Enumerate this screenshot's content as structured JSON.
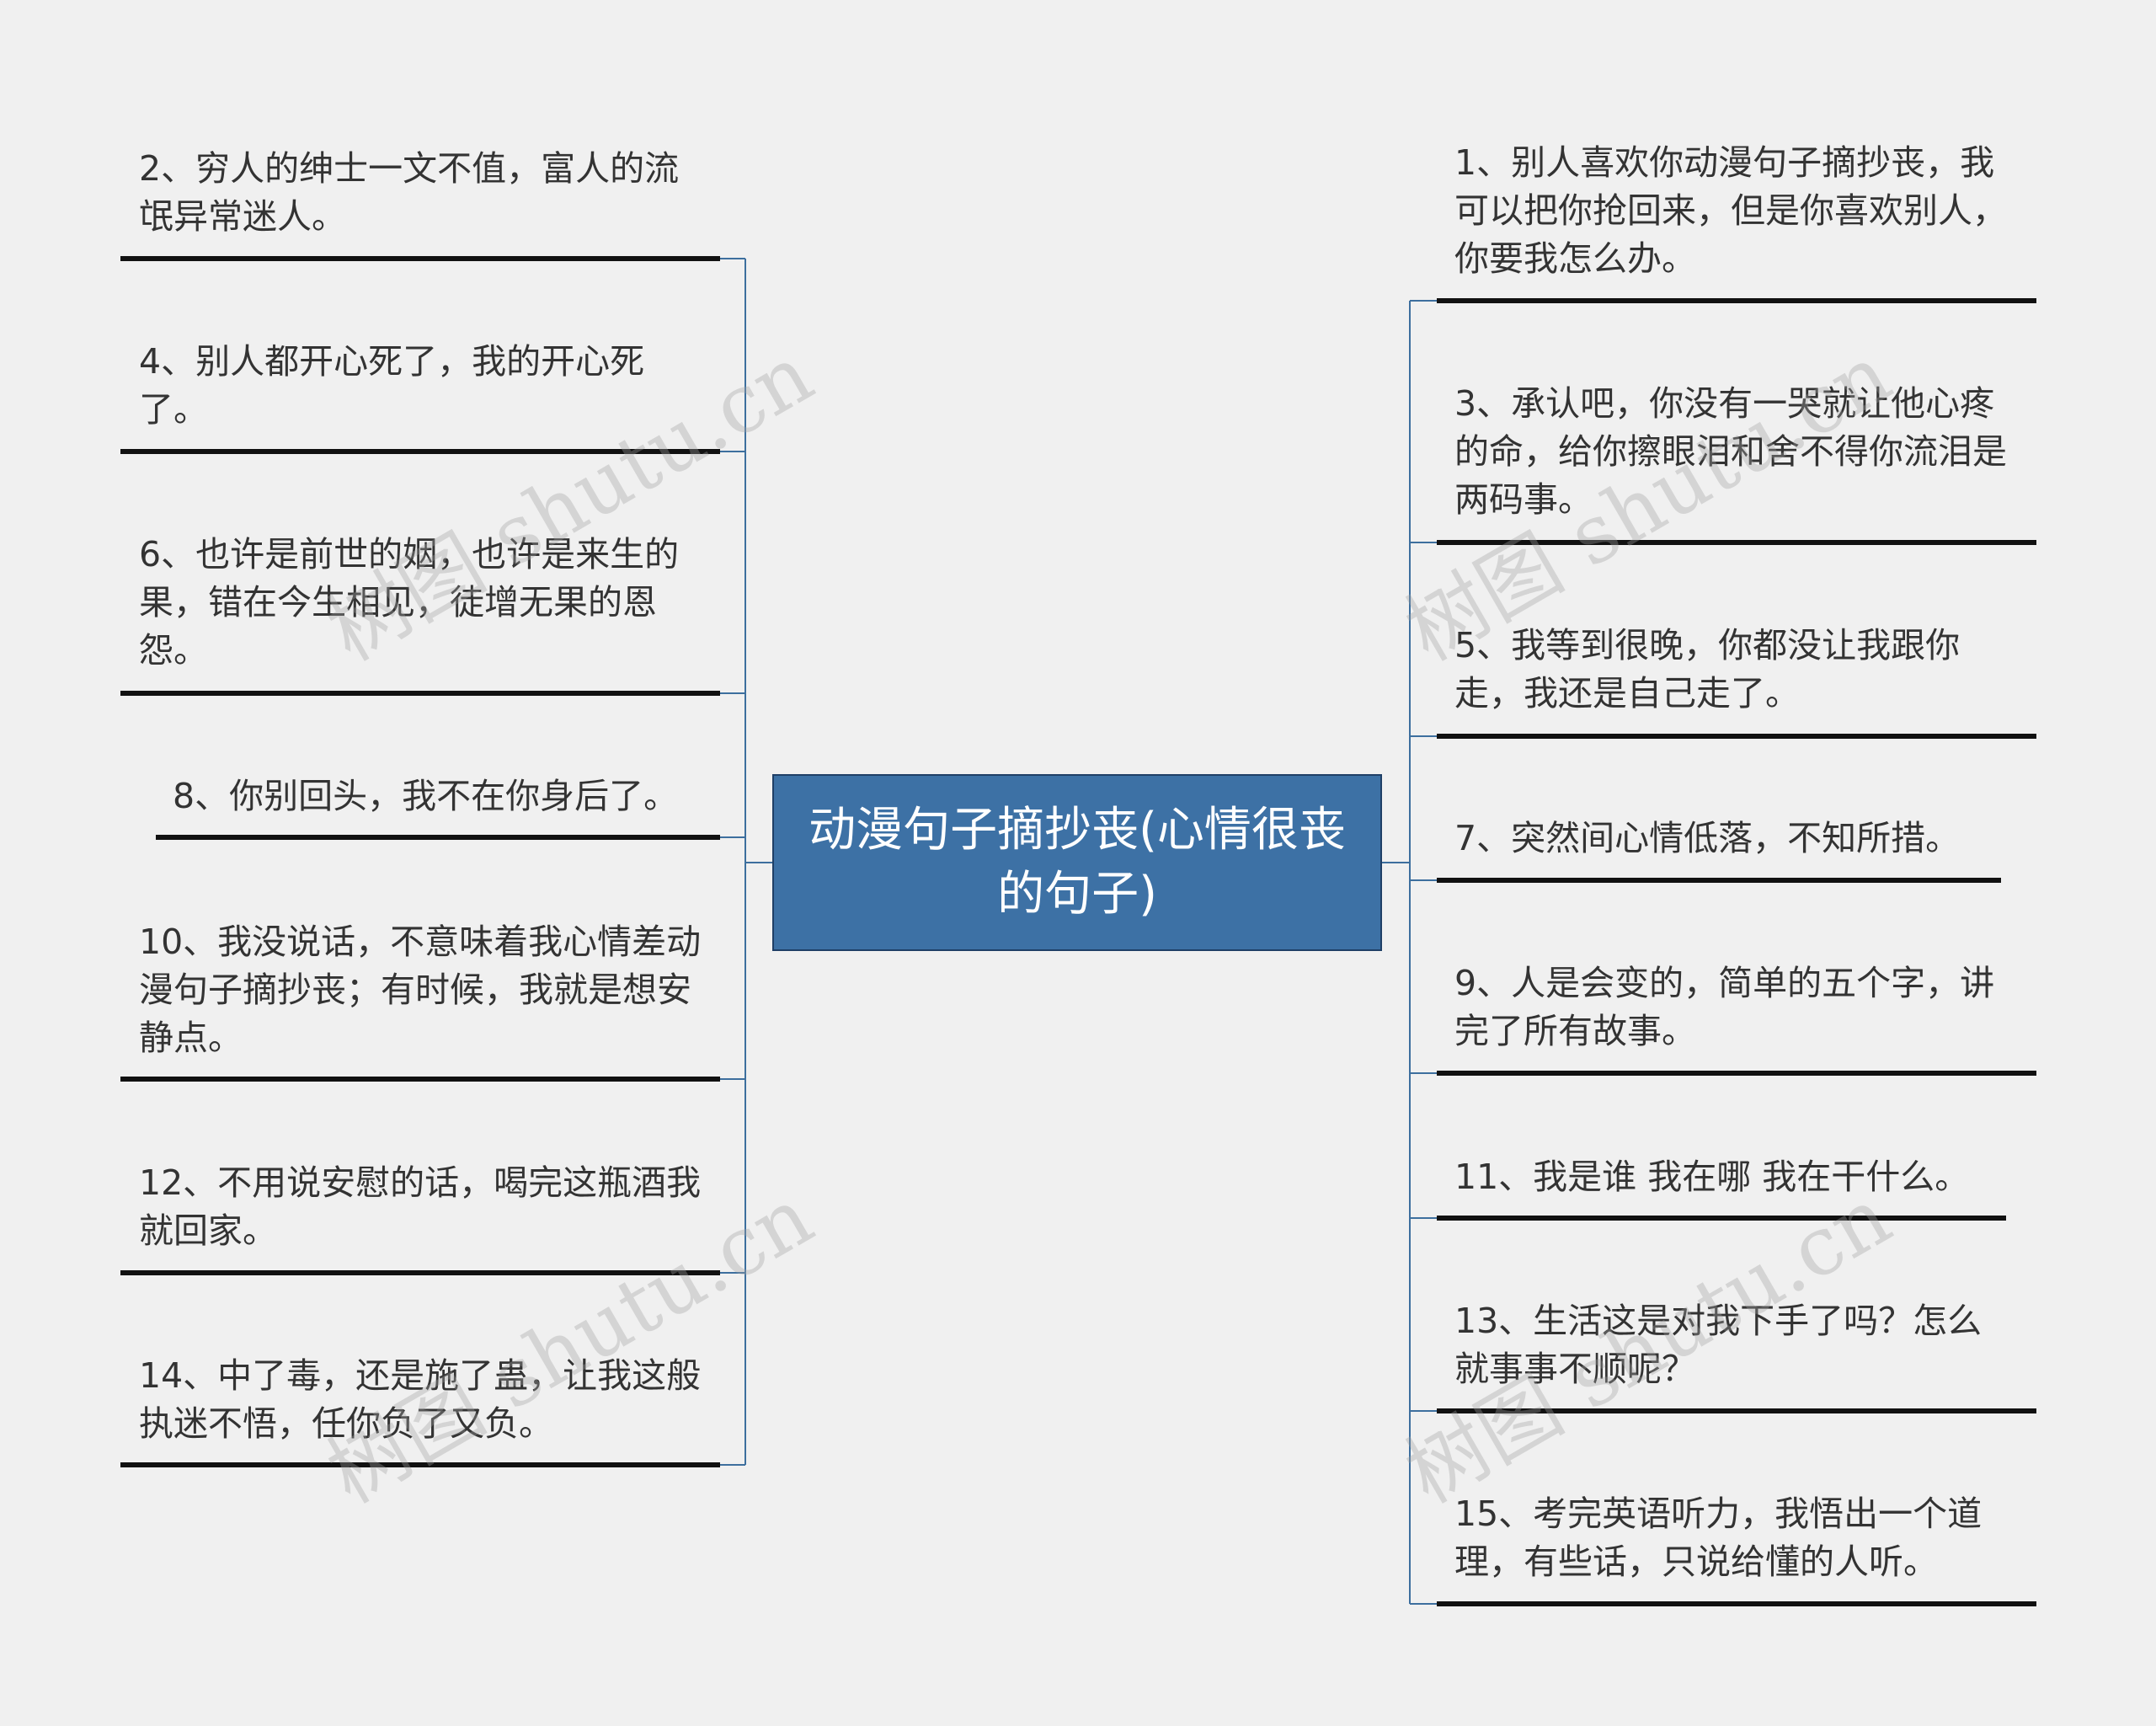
{
  "root": {
    "title": "动漫句子摘抄丧(心情很丧的句子)"
  },
  "left_items": [
    {
      "text": "2、穷人的绅士一文不值，富人的流氓异常迷人。"
    },
    {
      "text": "4、别人都开心死了，我的开心死了。"
    },
    {
      "text": "6、也许是前世的姻，也许是来生的果，错在今生相见，徒增无果的恩怨。"
    },
    {
      "text": "8、你别回头，我不在你身后了。"
    },
    {
      "text": "10、我没说话，不意味着我心情差动漫句子摘抄丧；有时候，我就是想安静点。"
    },
    {
      "text": "12、不用说安慰的话，喝完这瓶酒我就回家。"
    },
    {
      "text": "14、中了毒，还是施了蛊，让我这般执迷不悟，任你负了又负。"
    }
  ],
  "right_items": [
    {
      "text": "1、别人喜欢你动漫句子摘抄丧，我可以把你抢回来，但是你喜欢别人，你要我怎么办。"
    },
    {
      "text": "3、承认吧，你没有一哭就让他心疼的命，给你擦眼泪和舍不得你流泪是两码事。"
    },
    {
      "text": "5、我等到很晚，你都没让我跟你走，我还是自己走了。"
    },
    {
      "text": "7、突然间心情低落，不知所措。"
    },
    {
      "text": "9、人是会变的，简单的五个字，讲完了所有故事。"
    },
    {
      "text": "11、我是谁 我在哪 我在干什么。"
    },
    {
      "text": "13、生活这是对我下手了吗？怎么就事事不顺呢？"
    },
    {
      "text": "15、考完英语听力，我悟出一个道理，有些话，只说给懂的人听。"
    }
  ],
  "watermark": {
    "text": "树图 shutu.cn"
  },
  "colors": {
    "background": "#f0f0f0",
    "root_fill": "#3d71a5",
    "connector": "#3d6f9e",
    "underline": "#111111",
    "text": "#333333"
  }
}
